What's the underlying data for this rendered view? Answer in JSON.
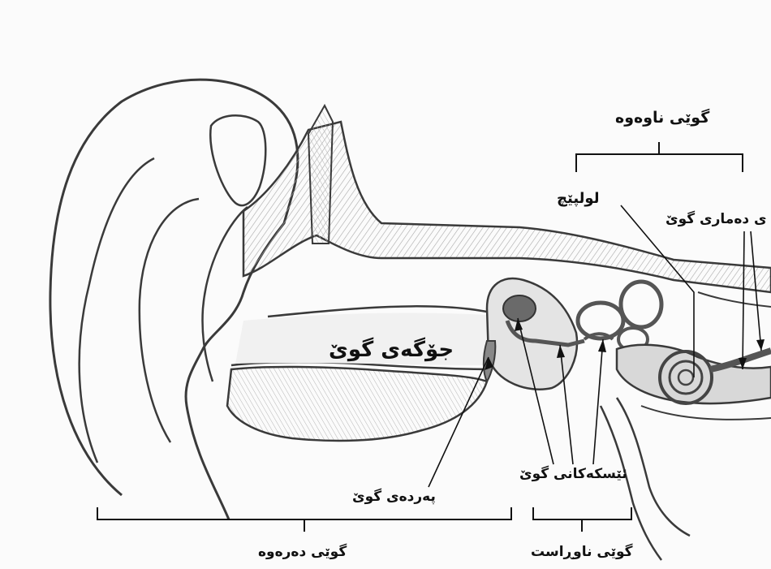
{
  "labels": {
    "inner_ear": "گوێی ناوەوە",
    "cochlea": "لولپێچ",
    "auditory_nerve": "ی دەماری گوێ",
    "ear_canal": "جۆگەی گوێ",
    "eardrum": "پەردەی گوێ",
    "ossicles": "ئێسکەکانی گوێ",
    "outer_ear": "گوێی دەرەوە",
    "middle_ear": "گوێی ناوڕاست"
  },
  "colors": {
    "ink": "#3a3a3a",
    "shade": "#9a9a9a",
    "dark": "#555555",
    "paper": "#fbfbfb"
  }
}
